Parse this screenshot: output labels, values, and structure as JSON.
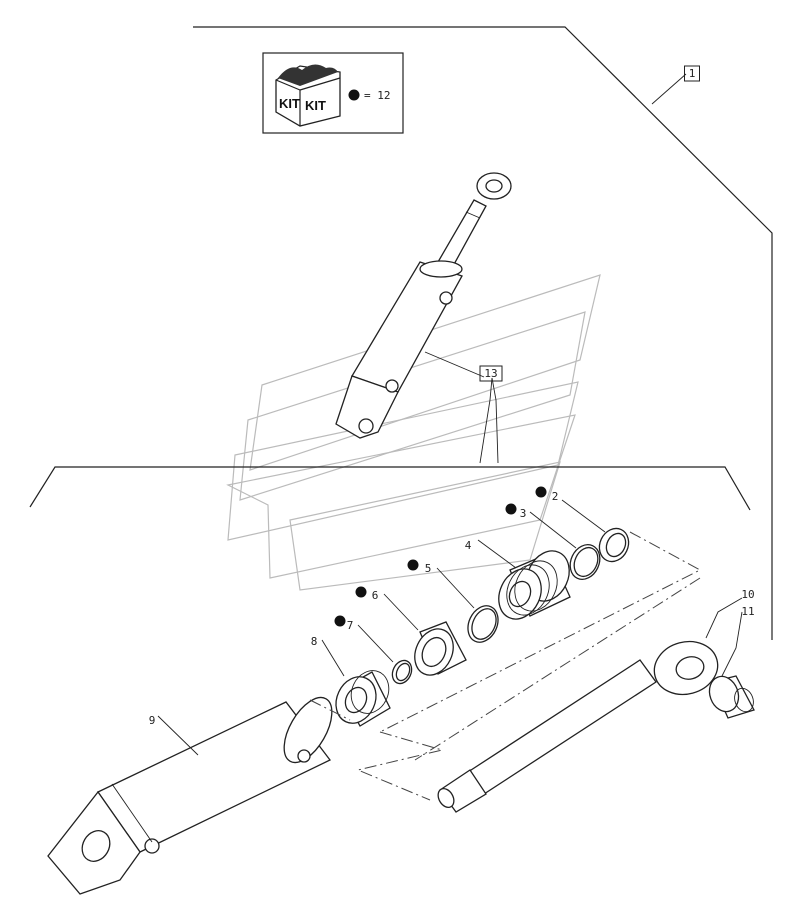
{
  "kit_box": {
    "kit_label_left": "KIT",
    "kit_label_right": "KIT",
    "kit_equals": "= 12"
  },
  "callouts": [
    {
      "id": "c1",
      "label": "1",
      "boxed": true,
      "bullet": false
    },
    {
      "id": "c13",
      "label": "13",
      "boxed": true,
      "bullet": false
    },
    {
      "id": "c2",
      "label": "2",
      "boxed": false,
      "bullet": true
    },
    {
      "id": "c3",
      "label": "3",
      "boxed": false,
      "bullet": true
    },
    {
      "id": "c4",
      "label": "4",
      "boxed": false,
      "bullet": false
    },
    {
      "id": "c5",
      "label": "5",
      "boxed": false,
      "bullet": true
    },
    {
      "id": "c6",
      "label": "6",
      "boxed": false,
      "bullet": true
    },
    {
      "id": "c7",
      "label": "7",
      "boxed": false,
      "bullet": true
    },
    {
      "id": "c8",
      "label": "8",
      "boxed": false,
      "bullet": false
    },
    {
      "id": "c9",
      "label": "9",
      "boxed": false,
      "bullet": false
    },
    {
      "id": "c10",
      "label": "10",
      "boxed": false,
      "bullet": false
    },
    {
      "id": "c11",
      "label": "11",
      "boxed": false,
      "bullet": false
    }
  ],
  "colors": {
    "line": "#222222",
    "bullet": "#111111",
    "watermark": "#bbbbbb"
  }
}
